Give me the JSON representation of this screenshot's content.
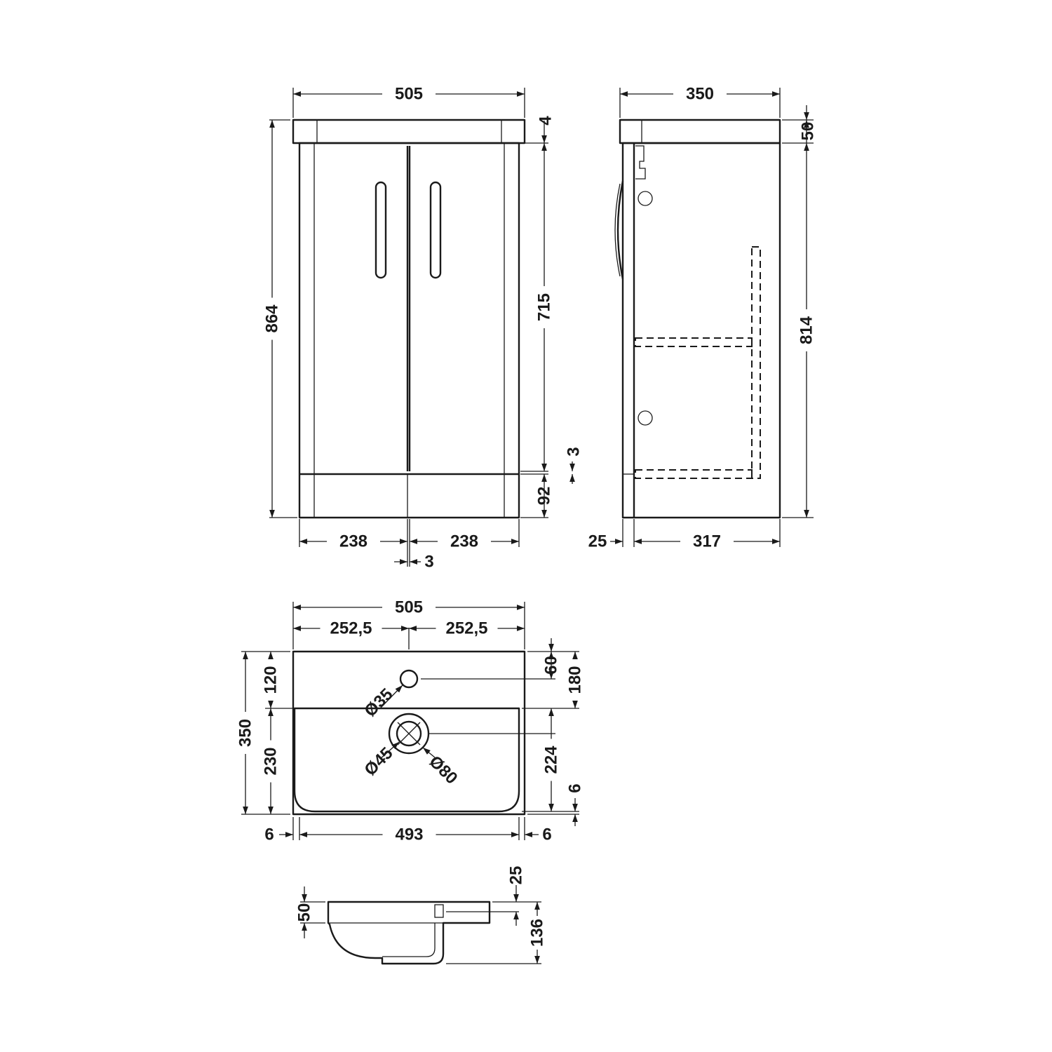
{
  "front_view": {
    "overall_width": "505",
    "door_width_left": "238",
    "door_width_right": "238",
    "door_gap": "3",
    "overall_height": "864",
    "top_offset": "4",
    "door_height": "715",
    "plinth_gap": "3",
    "plinth_height": "92"
  },
  "side_view": {
    "depth": "350",
    "top_thickness": "50",
    "carcass_height": "814",
    "door_thickness": "25",
    "carcass_depth": "317"
  },
  "basin_plan": {
    "overall_width": "505",
    "half_width_left": "252,5",
    "half_width_right": "252,5",
    "overall_depth": "350",
    "tap_hole_offset": "120",
    "bowl_depth": "230",
    "tap_hole_from_back": "60",
    "waste_from_back": "180",
    "waste_to_front": "224",
    "front_lip": "6",
    "left_margin": "6",
    "bowl_width": "493",
    "right_margin": "6",
    "tap_hole_dia": "Ø35",
    "waste_dia_inner": "Ø45",
    "waste_dia_outer": "Ø80"
  },
  "basin_section": {
    "rim_height": "50",
    "overflow_offset": "25",
    "total_height": "136"
  },
  "colors": {
    "line": "#1a1a1a",
    "background": "#ffffff"
  }
}
